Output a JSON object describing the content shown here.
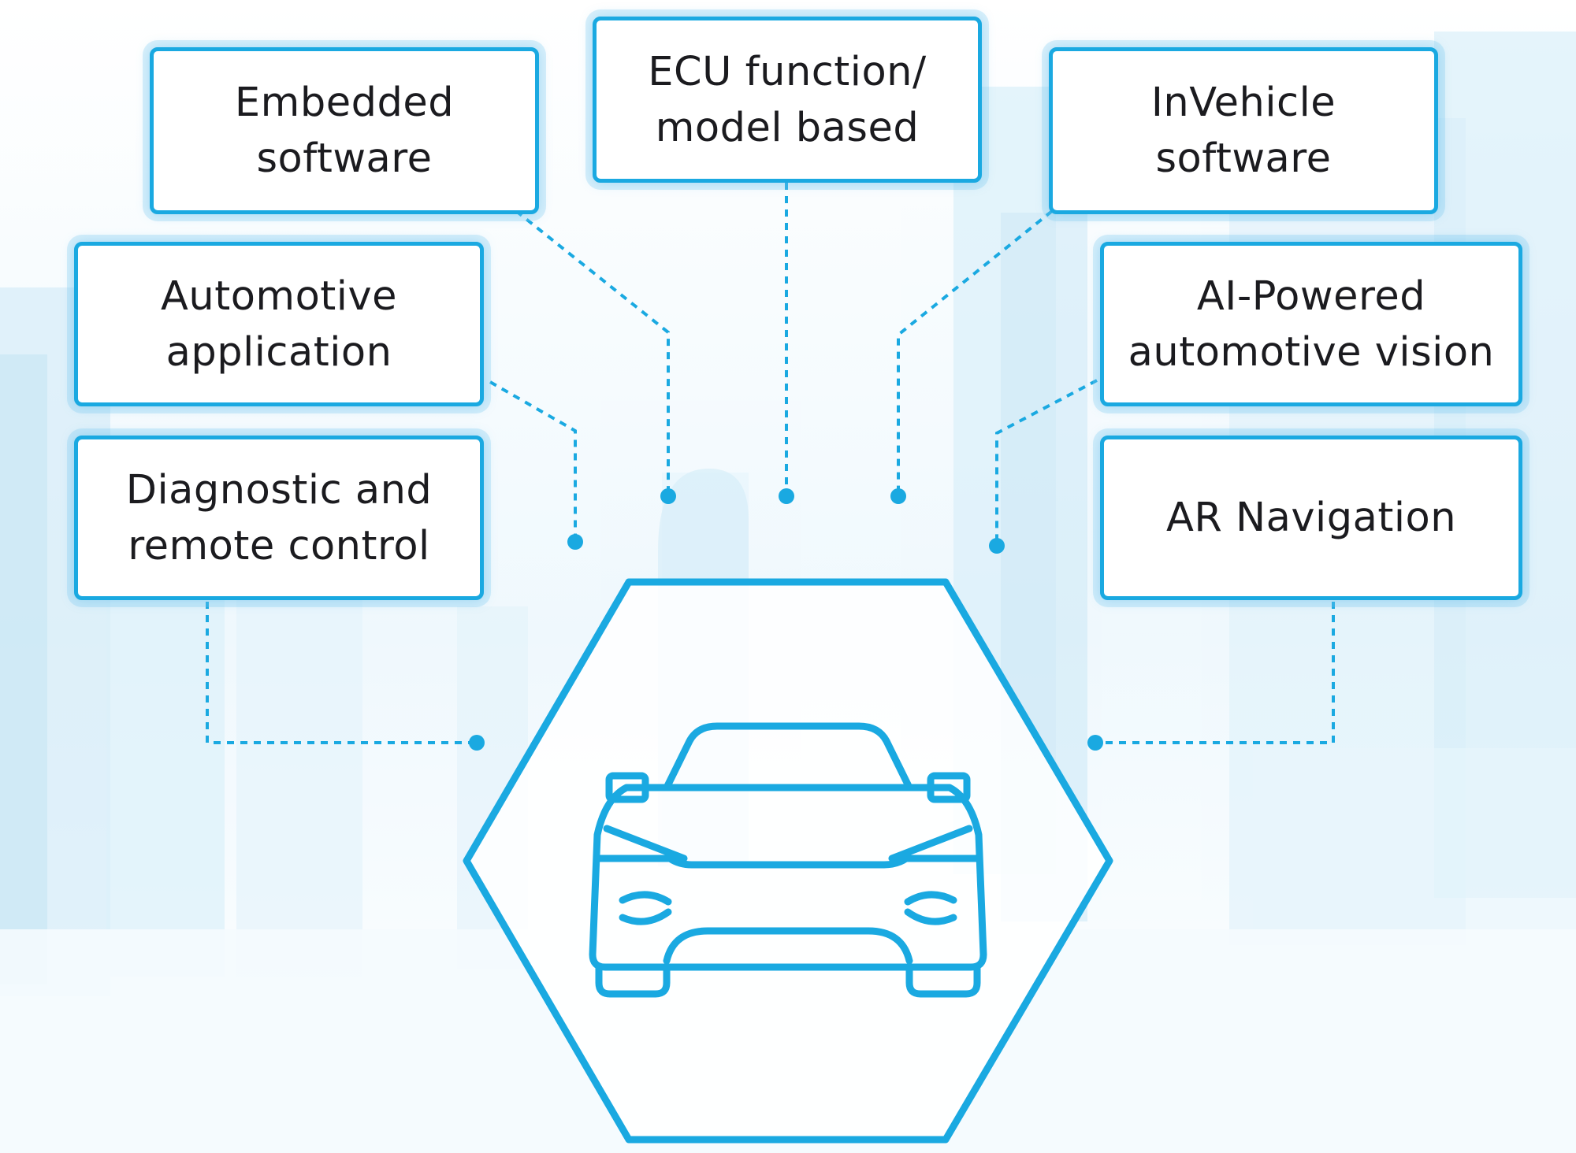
{
  "nodes": {
    "embedded": {
      "label": "Embedded\nsoftware"
    },
    "ecu": {
      "label": "ECU function/\nmodel based"
    },
    "invehicle": {
      "label": "InVehicle\nsoftware"
    },
    "automotive": {
      "label": "Automotive\napplication"
    },
    "ai": {
      "label": "AI-Powered\nautomotive vision"
    },
    "diagnostic": {
      "label": "Diagnostic and\nremote control"
    },
    "ar": {
      "label": "AR Navigation"
    }
  },
  "hub": {
    "icon": "car-front-icon"
  },
  "colors": {
    "accent": "#1aa9e1",
    "text": "#1b1b1f",
    "background_tint": "#d9eff9"
  }
}
